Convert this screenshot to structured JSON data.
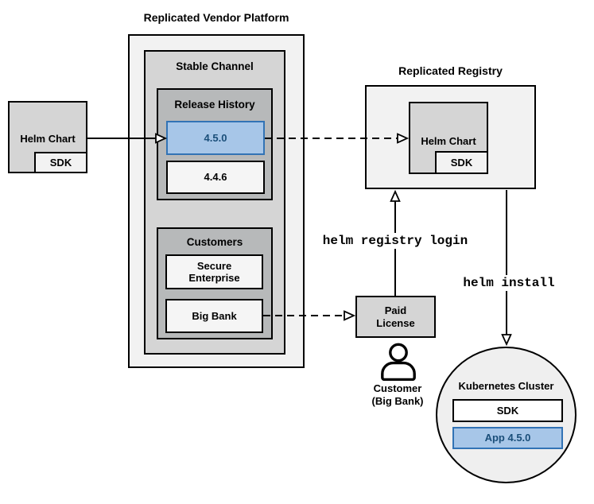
{
  "colors": {
    "page_bg": "#ffffff",
    "container_light": "#f2f2f2",
    "container_medium": "#d5d5d5",
    "container_dark": "#b7b9ba",
    "item_light": "#f5f5f5",
    "circle_fill": "#efefef",
    "blue_fill": "#a7c6e8",
    "blue_border": "#3273b5",
    "blue_text": "#1a4e79",
    "line_color": "#000000"
  },
  "platform": {
    "title": "Replicated Vendor Platform",
    "stable_channel": {
      "title": "Stable Channel",
      "release_history": {
        "title": "Release History",
        "releases": [
          {
            "version": "4.5.0",
            "highlighted": true
          },
          {
            "version": "4.4.6",
            "highlighted": false
          }
        ]
      },
      "customers": {
        "title": "Customers",
        "items": [
          {
            "name": "Secure Enterprise"
          },
          {
            "name": "Big Bank"
          }
        ]
      }
    }
  },
  "vendor_chart": {
    "label": "Helm Chart",
    "sdk": "SDK"
  },
  "registry": {
    "title": "Replicated Registry",
    "chart_label": "Helm Chart",
    "sdk": "SDK"
  },
  "license": {
    "label": "Paid License"
  },
  "customer": {
    "line1": "Customer",
    "line2": "(Big Bank)"
  },
  "commands": {
    "registry_login": "helm registry login",
    "install": "helm install"
  },
  "cluster": {
    "title": "Kubernetes Cluster",
    "sdk": "SDK",
    "app": "App 4.5.0"
  }
}
